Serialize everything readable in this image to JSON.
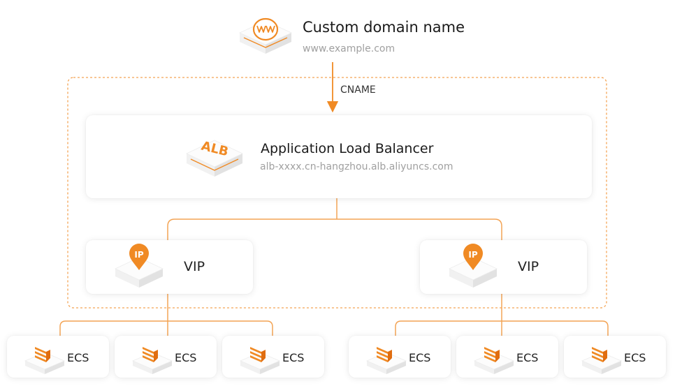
{
  "domain_node": {
    "title": "Custom domain name",
    "subtitle": "www.example.com",
    "icon": "www-icon"
  },
  "edge_label": "CNAME",
  "alb_node": {
    "title": "Application Load Balancer",
    "subtitle": "alb-xxxx.cn-hangzhou.alb.aliyuncs.com",
    "icon_text": "ALB"
  },
  "vips": [
    {
      "label": "VIP",
      "icon_text": "IP"
    },
    {
      "label": "VIP",
      "icon_text": "IP"
    }
  ],
  "ecs": [
    {
      "label": "ECS"
    },
    {
      "label": "ECS"
    },
    {
      "label": "ECS"
    },
    {
      "label": "ECS"
    },
    {
      "label": "ECS"
    },
    {
      "label": "ECS"
    }
  ],
  "colors": {
    "accent": "#f08a24",
    "accent_dark": "#e06d10",
    "connector": "#f3a455"
  }
}
